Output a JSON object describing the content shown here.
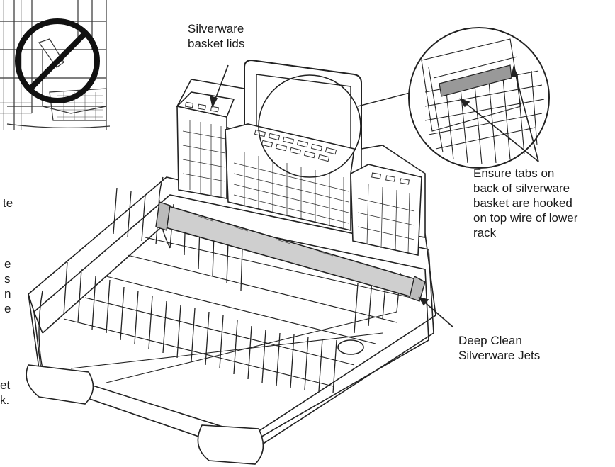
{
  "labels": {
    "lids": [
      "Silverware",
      "basket lids"
    ],
    "tabs": [
      "Ensure tabs on",
      "back of silverware",
      "basket are hooked",
      "on top wire of lower",
      "rack"
    ],
    "jets": [
      "Deep Clean",
      "Silverware Jets"
    ]
  },
  "left_fragments": [
    "te",
    "e",
    "s",
    "n",
    "e",
    "et",
    "k."
  ],
  "icons": {
    "prohibited": "no-symbol-icon",
    "basket": "silverware-basket",
    "rack": "lower-dishwasher-rack",
    "magnifier": "detail-magnifier-circle"
  }
}
